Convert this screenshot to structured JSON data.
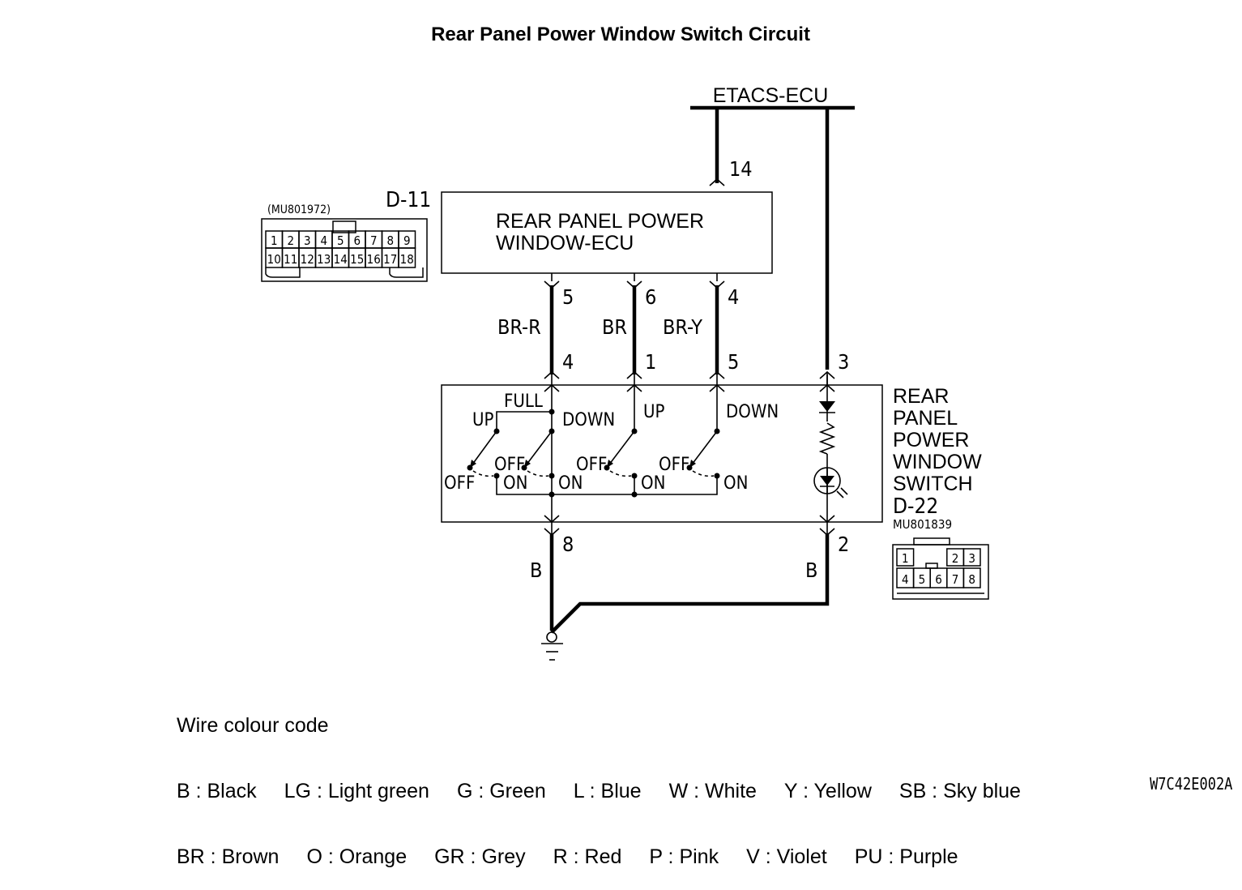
{
  "title": "Rear Panel Power Window Switch Circuit",
  "etacs": {
    "label": "ETACS-ECU",
    "pin_top": "14"
  },
  "ecu": {
    "line1": "REAR PANEL POWER",
    "line2": "WINDOW-ECU",
    "connector_id": "D-11",
    "connector_part": "(MU801972)",
    "connector_pins_row1": [
      "1",
      "2",
      "3",
      "4",
      "5",
      "6",
      "7",
      "8",
      "9"
    ],
    "connector_pins_row2": [
      "10",
      "11",
      "12",
      "13",
      "14",
      "15",
      "16",
      "17",
      "18"
    ]
  },
  "wires": [
    {
      "ecu_pin": "5",
      "switch_pin": "4",
      "color": "BR-R"
    },
    {
      "ecu_pin": "6",
      "switch_pin": "1",
      "color": "BR"
    },
    {
      "ecu_pin": "4",
      "switch_pin": "5",
      "color": "BR-Y"
    },
    {
      "switch_pin": "3"
    }
  ],
  "switch": {
    "name_lines": [
      "REAR",
      "PANEL",
      "POWER",
      "WINDOW",
      "SWITCH"
    ],
    "connector_id": "D-22",
    "connector_part": "MU801839",
    "connector_pins_row1": [
      "1",
      "2",
      "3"
    ],
    "connector_pins_row2": [
      "4",
      "5",
      "6",
      "7",
      "8"
    ],
    "labels": {
      "full": "FULL",
      "up": "UP",
      "down": "DOWN",
      "off": "OFF",
      "on": "ON"
    },
    "ground_pins": [
      {
        "pin": "8",
        "color": "B"
      },
      {
        "pin": "2",
        "color": "B"
      }
    ]
  },
  "legend": {
    "heading": "Wire colour code",
    "row1": [
      "B : Black",
      "LG : Light green",
      "G : Green",
      "L : Blue",
      "W : White",
      "Y : Yellow",
      "SB : Sky blue"
    ],
    "row2": [
      "BR : Brown",
      "O : Orange",
      "GR : Grey",
      "R : Red",
      "P : Pink",
      "V : Violet",
      "PU : Purple"
    ]
  },
  "figure_code": "W7C42E002A"
}
